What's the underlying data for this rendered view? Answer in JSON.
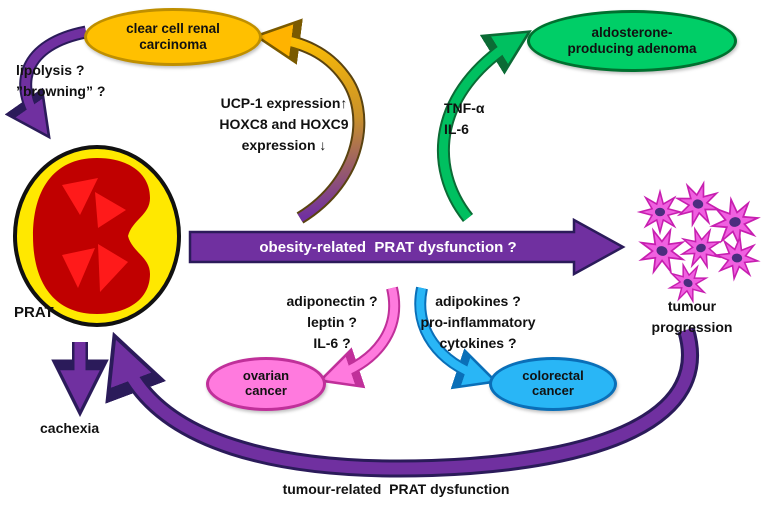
{
  "colors": {
    "purple": "#7030A0",
    "purple_dark": "#2B1B5A",
    "orange": "#FFC000",
    "green": "#00CE67",
    "pink": "#FF7ADE",
    "blue": "#29B6F6",
    "kidney_yellow": "#FFE800",
    "kidney_red": "#C00000",
    "tumour_cell_pink": "#F060E0"
  },
  "nodes": {
    "clear_cell": {
      "line1": "clear cell renal",
      "line2": "carcinoma"
    },
    "adenoma": {
      "line1": "aldosterone-",
      "line2": "producing adenoma"
    },
    "ovarian": {
      "line1": "ovarian",
      "line2": "cancer"
    },
    "colorectal": {
      "line1": "colorectal",
      "line2": "cancer"
    },
    "prat": "PRAT",
    "tumour": {
      "line1": "tumour",
      "line2": "progression"
    },
    "cachexia": "cachexia"
  },
  "arrows": {
    "obesity": "obesity-related  PRAT dysfunction ?",
    "tumour_related": "tumour-related  PRAT dysfunction"
  },
  "annotations": {
    "lipolysis": {
      "line1": "lipolysis ?",
      "line2": "”browning” ?"
    },
    "ucp": {
      "line1": "UCP-1 expression↑",
      "line2": "HOXC8 and HOXC9",
      "line3": "expression ↓"
    },
    "tnf": {
      "line1": "TNF-α",
      "line2": "IL-6"
    },
    "ovarian_factors": {
      "line1": "adiponectin ?",
      "line2": "leptin ?",
      "line3": "IL-6 ?"
    },
    "colorectal_factors": {
      "line1": "adipokines ?",
      "line2": "pro-inflammatory",
      "line3": "cytokines ?"
    }
  }
}
